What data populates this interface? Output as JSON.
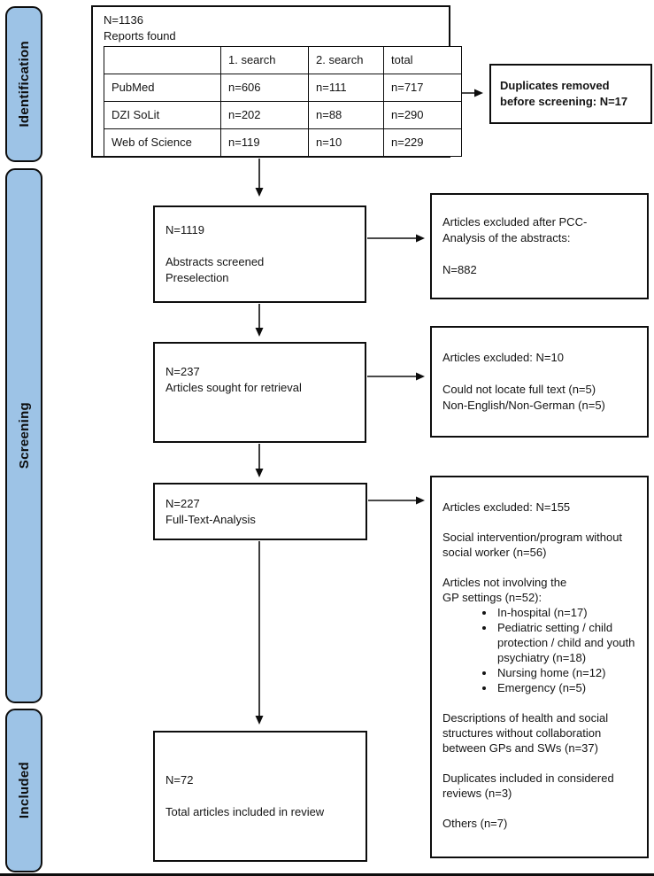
{
  "colors": {
    "stage_fill": "#9dc3e6",
    "line": "#0d0d0d"
  },
  "sidebar": {
    "stages": [
      {
        "label": "Identification"
      },
      {
        "label": "Screening"
      },
      {
        "label": "Included"
      }
    ]
  },
  "identification": {
    "title": "N=1136\nReports found",
    "table": {
      "headers": [
        "",
        "1. search",
        "2. search",
        "total"
      ],
      "rows": [
        [
          "PubMed",
          "n=606",
          "n=111",
          "n=717"
        ],
        [
          "DZI SoLit",
          "n=202",
          "n=88",
          "n=290"
        ],
        [
          "Web of Science",
          "n=119",
          "n=10",
          "n=229"
        ]
      ]
    },
    "duplicates_note": "Duplicates removed\nbefore screening: N=17"
  },
  "flow": {
    "screened": {
      "n": "N=1119",
      "label": "Abstracts screened\nPreselection"
    },
    "retrieval": {
      "n": "N=237",
      "label": "Articles sought for retrieval"
    },
    "fulltext": {
      "n": "N=227",
      "label": "Full-Text-Analysis"
    },
    "included": {
      "n": "N=72",
      "label": "Total articles included in review"
    }
  },
  "exclusions": {
    "abstracts": "Articles excluded after PCC-\nAnalysis of the abstracts:\n\nN=882",
    "retrieval": "Articles excluded: N=10\n\nCould not locate full text (n=5)\nNon-English/Non-German (n=5)",
    "fulltext": {
      "title": "Articles excluded: N=155",
      "social_intervention": "Social intervention/program without social worker (n=56)",
      "not_gp_settings": "Articles not involving the\nGP settings (n=52):",
      "bullets": [
        "In-hospital (n=17)",
        "Pediatric setting / child protection / child and youth psychiatry (n=18)",
        "Nursing home (n=12)",
        "Emergency (n=5)"
      ],
      "descriptions": "Descriptions of health and social structures without collaboration between GPs and SWs (n=37)",
      "duplicates_reviews": "Duplicates included in considered reviews (n=3)",
      "others": "Others (n=7)"
    }
  }
}
